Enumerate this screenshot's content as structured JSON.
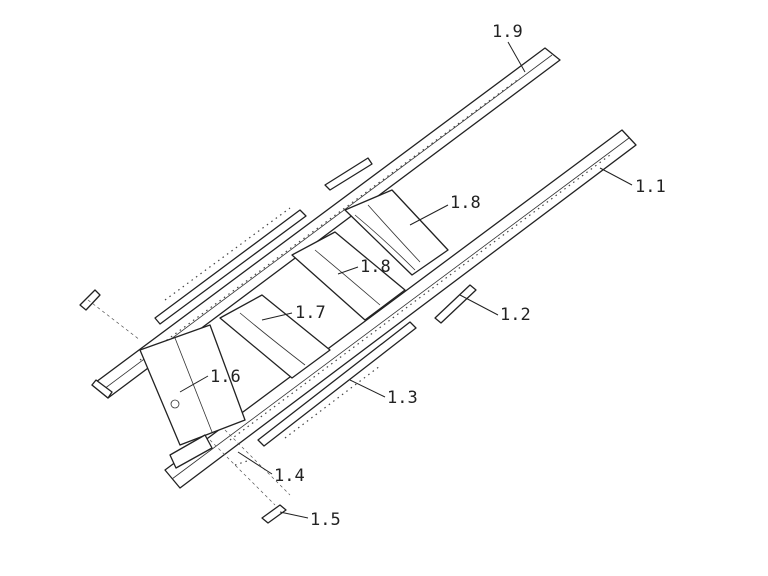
{
  "labels": [
    {
      "key": "p19",
      "text": "1.9"
    },
    {
      "key": "p11",
      "text": "1.1"
    },
    {
      "key": "p18a",
      "text": "1.8"
    },
    {
      "key": "p18b",
      "text": "1.8"
    },
    {
      "key": "p17",
      "text": "1.7"
    },
    {
      "key": "p12",
      "text": "1.2"
    },
    {
      "key": "p16",
      "text": "1.6"
    },
    {
      "key": "p13",
      "text": "1.3"
    },
    {
      "key": "p14",
      "text": "1.4"
    },
    {
      "key": "p15",
      "text": "1.5"
    }
  ],
  "colors": {
    "line": "#222222",
    "background": "#ffffff"
  }
}
